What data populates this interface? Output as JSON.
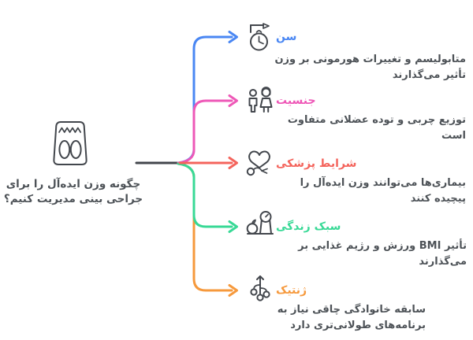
{
  "colors": {
    "bg": "#ffffff",
    "ink": "#42464c",
    "text": "#4d5257",
    "age": "#4a87f3",
    "gender": "#ee58b7",
    "medical": "#f4645c",
    "lifestyle": "#38d996",
    "genetics": "#f6993c"
  },
  "center": {
    "icon": "weight-scale-icon",
    "title": "چگونه وزن ایده‌آل را برای جراحی بینی مدیریت کنیم؟",
    "title_lines": [
      "چگونه وزن ایده‌آل را برای",
      "جراحی بینی مدیریت کنیم؟"
    ]
  },
  "branches": [
    {
      "id": "age",
      "label": "سن",
      "icon": "pocket-watch-flag-icon",
      "color": "#4a87f3",
      "description": "متابولیسم و تغییرات هورمونی بر وزن تأثیر می‌گذارند",
      "desc_lines": [
        "متابولیسم و تغییرات هورمونی بر وزن",
        "تأثیر می‌گذارند"
      ]
    },
    {
      "id": "gender",
      "label": "جنسیت",
      "icon": "male-female-icon",
      "color": "#ee58b7",
      "description": "توزیع چربی و توده عضلانی متفاوت است",
      "desc_lines": [
        "توزیع چربی و توده عضلانی متفاوت",
        "است"
      ]
    },
    {
      "id": "medical",
      "label": "شرایط پزشکی",
      "icon": "heart-stethoscope-icon",
      "color": "#f4645c",
      "description": "بیماری‌ها می‌توانند وزن ایده‌آل را پیچیده کنند",
      "desc_lines": [
        "بیماری‌ها می‌توانند وزن ایده‌آل را",
        "پیچیده کنند"
      ]
    },
    {
      "id": "lifestyle",
      "label": "سبک زندگی",
      "icon": "scale-apple-icon",
      "color": "#38d996",
      "description": "تأثیر BMI ورزش و رژیم غذایی بر می‌گذارند",
      "desc_lines": [
        "تأثیر BMI ورزش و رژیم غذایی بر",
        "می‌گذارند"
      ]
    },
    {
      "id": "genetics",
      "label": "ژنتیک",
      "icon": "family-tree-icon",
      "color": "#f6993c",
      "description": "سابقه خانوادگی چاقی نیاز به برنامه‌های طولانی‌تری دارد",
      "desc_lines": [
        "سابقه خانوادگی چاقی نیاز به",
        "برنامه‌های طولانی‌تری دارد"
      ]
    }
  ]
}
